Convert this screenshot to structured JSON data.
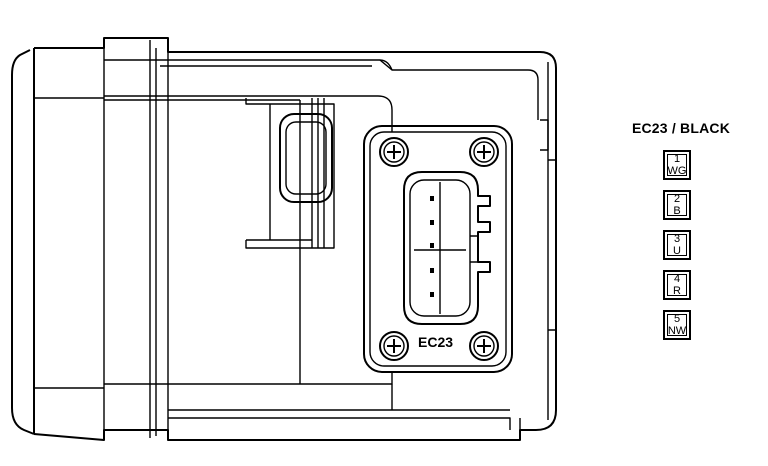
{
  "connector": {
    "title": "EC23 / BLACK",
    "housing_label": "EC23",
    "pins": [
      {
        "number": "1",
        "color": "WG"
      },
      {
        "number": "2",
        "color": "B"
      },
      {
        "number": "3",
        "color": "U"
      },
      {
        "number": "4",
        "color": "R"
      },
      {
        "number": "5",
        "color": "NW"
      }
    ]
  }
}
